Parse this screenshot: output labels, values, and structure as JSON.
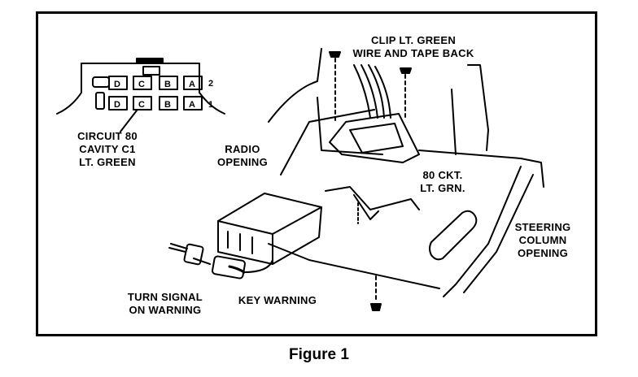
{
  "labels": {
    "circuit": "CIRCUIT 80\nCAVITY C1\nLT. GREEN",
    "clip": "CLIP LT. GREEN\nWIRE AND TAPE BACK",
    "radio": "RADIO\nOPENING",
    "ckt": "80 CKT.\nLT. GRN.",
    "steering": "STEERING\nCOLUMN\nOPENING",
    "turn_signal": "TURN SIGNAL\nON WARNING",
    "key_warning": "KEY WARNING"
  },
  "connector": {
    "top_row": [
      "D",
      "C",
      "B",
      "A"
    ],
    "bottom_row": [
      "D",
      "C",
      "B",
      "A"
    ],
    "row_numbers": [
      "2",
      "1"
    ]
  },
  "caption": "Figure 1"
}
